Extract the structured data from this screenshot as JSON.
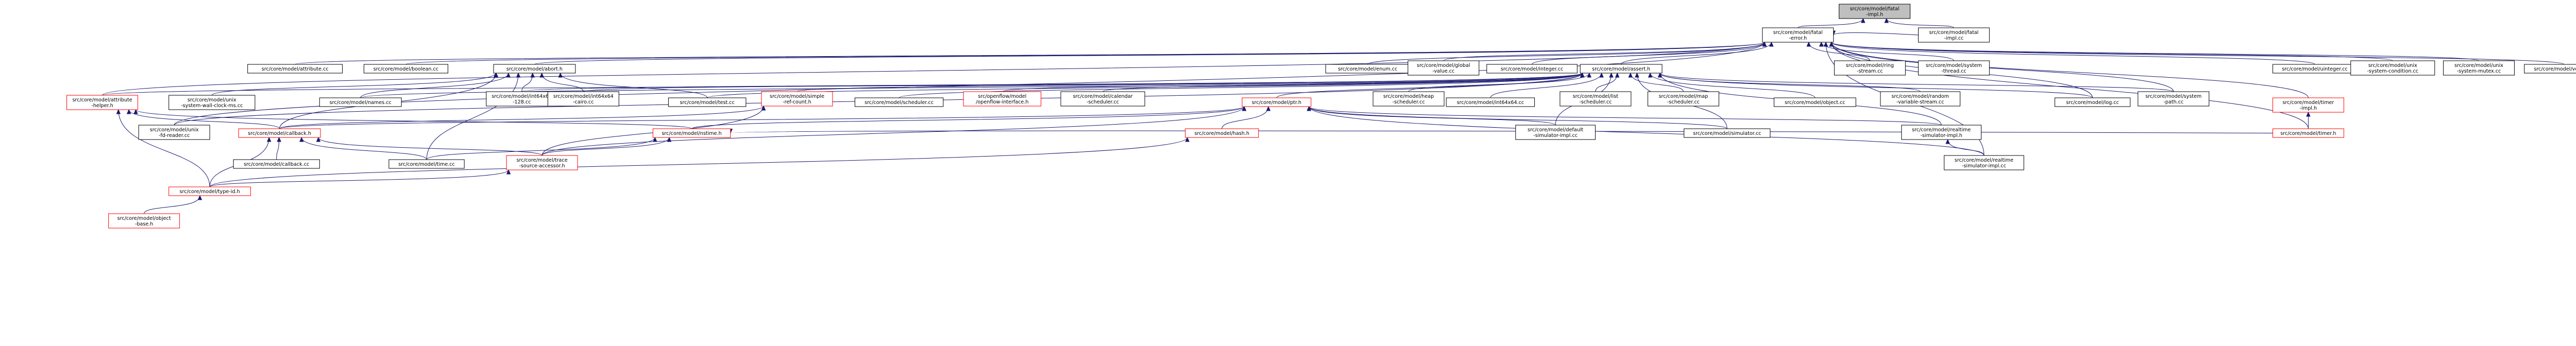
{
  "colors": {
    "edge": "#191970",
    "normal_border": "#000000",
    "linked_border": "#ff0000",
    "root_fill": "#bfbfbf",
    "node_fill": "#ffffff"
  },
  "nodes": [
    {
      "id": "n0",
      "lines": [
        "src/core/model/fatal",
        "-impl.h"
      ],
      "kind": "root"
    },
    {
      "id": "n1",
      "lines": [
        "src/core/model/fatal",
        "-error.h"
      ],
      "kind": "normal"
    },
    {
      "id": "n2",
      "lines": [
        "src/core/model/fatal",
        "-impl.cc"
      ],
      "kind": "normal"
    },
    {
      "id": "n3",
      "lines": [
        "src/core/model/attribute.cc"
      ],
      "kind": "normal"
    },
    {
      "id": "n4",
      "lines": [
        "src/core/model/boolean.cc"
      ],
      "kind": "normal"
    },
    {
      "id": "n5",
      "lines": [
        "src/core/model/abort.h"
      ],
      "kind": "normal"
    },
    {
      "id": "n6",
      "lines": [
        "src/core/model/enum.cc"
      ],
      "kind": "normal"
    },
    {
      "id": "n7",
      "lines": [
        "src/core/model/global",
        "-value.cc"
      ],
      "kind": "normal"
    },
    {
      "id": "n8",
      "lines": [
        "src/core/model/integer.cc"
      ],
      "kind": "normal"
    },
    {
      "id": "n9",
      "lines": [
        "src/core/model/assert.h"
      ],
      "kind": "normal"
    },
    {
      "id": "n10",
      "lines": [
        "src/core/model/ring",
        "-stream.cc"
      ],
      "kind": "normal"
    },
    {
      "id": "n11",
      "lines": [
        "src/core/model/system",
        "-thread.cc"
      ],
      "kind": "normal"
    },
    {
      "id": "n12",
      "lines": [
        "src/core/model/uinteger.cc"
      ],
      "kind": "normal"
    },
    {
      "id": "n13",
      "lines": [
        "src/core/model/unix",
        "-system-condition.cc"
      ],
      "kind": "normal"
    },
    {
      "id": "n14",
      "lines": [
        "src/core/model/unix",
        "-system-mutex.cc"
      ],
      "kind": "normal"
    },
    {
      "id": "n15",
      "lines": [
        "src/core/model/vector.cc"
      ],
      "kind": "normal"
    },
    {
      "id": "n16",
      "lines": [
        "src/core/model/attribute",
        "-helper.h"
      ],
      "kind": "linked"
    },
    {
      "id": "n17",
      "lines": [
        "src/core/model/unix",
        "-system-wall-clock-ms.cc"
      ],
      "kind": "normal"
    },
    {
      "id": "n18",
      "lines": [
        "src/core/model/names.cc"
      ],
      "kind": "normal"
    },
    {
      "id": "n19",
      "lines": [
        "src/core/model/int64x64",
        "-128.cc"
      ],
      "kind": "normal"
    },
    {
      "id": "n20",
      "lines": [
        "src/core/model/int64x64",
        "-cairo.cc"
      ],
      "kind": "normal"
    },
    {
      "id": "n21",
      "lines": [
        "src/core/model/test.cc"
      ],
      "kind": "normal"
    },
    {
      "id": "n22",
      "lines": [
        "src/core/model/simple",
        "-ref-count.h"
      ],
      "kind": "linked"
    },
    {
      "id": "n23",
      "lines": [
        "src/core/model/scheduler.cc"
      ],
      "kind": "normal"
    },
    {
      "id": "n24",
      "lines": [
        "src/openflow/model",
        "/openflow-interface.h"
      ],
      "kind": "linked"
    },
    {
      "id": "n25",
      "lines": [
        "src/core/model/calendar",
        "-scheduler.cc"
      ],
      "kind": "normal"
    },
    {
      "id": "n26",
      "lines": [
        "src/core/model/ptr.h"
      ],
      "kind": "linked"
    },
    {
      "id": "n27",
      "lines": [
        "src/core/model/heap",
        "-scheduler.cc"
      ],
      "kind": "normal"
    },
    {
      "id": "n28",
      "lines": [
        "src/core/model/int64x64.cc"
      ],
      "kind": "normal"
    },
    {
      "id": "n29",
      "lines": [
        "src/core/model/list",
        "-scheduler.cc"
      ],
      "kind": "normal"
    },
    {
      "id": "n30",
      "lines": [
        "src/core/model/map",
        "-scheduler.cc"
      ],
      "kind": "normal"
    },
    {
      "id": "n31",
      "lines": [
        "src/core/model/object.cc"
      ],
      "kind": "normal"
    },
    {
      "id": "n32",
      "lines": [
        "src/core/model/random",
        "-variable-stream.cc"
      ],
      "kind": "normal"
    },
    {
      "id": "n33",
      "lines": [
        "src/core/model/log.cc"
      ],
      "kind": "normal"
    },
    {
      "id": "n34",
      "lines": [
        "src/core/model/system",
        "-path.cc"
      ],
      "kind": "normal"
    },
    {
      "id": "n35",
      "lines": [
        "src/core/model/timer",
        "-impl.h"
      ],
      "kind": "linked"
    },
    {
      "id": "n36",
      "lines": [
        "src/core/model/unix",
        "-fd-reader.cc"
      ],
      "kind": "normal"
    },
    {
      "id": "n37",
      "lines": [
        "src/core/model/callback.h"
      ],
      "kind": "linked"
    },
    {
      "id": "n38",
      "lines": [
        "src/core/model/nstime.h"
      ],
      "kind": "linked"
    },
    {
      "id": "n39",
      "lines": [
        "src/core/model/hash.h"
      ],
      "kind": "linked"
    },
    {
      "id": "n40",
      "lines": [
        "src/core/model/default",
        "-simulator-impl.cc"
      ],
      "kind": "normal"
    },
    {
      "id": "n41",
      "lines": [
        "src/core/model/simulator.cc"
      ],
      "kind": "normal"
    },
    {
      "id": "n42",
      "lines": [
        "src/core/model/realtime",
        "-simulator-impl.h"
      ],
      "kind": "normal"
    },
    {
      "id": "n43",
      "lines": [
        "src/core/model/timer.h"
      ],
      "kind": "linked"
    },
    {
      "id": "n44",
      "lines": [
        "src/core/model/callback.cc"
      ],
      "kind": "normal"
    },
    {
      "id": "n45",
      "lines": [
        "src/core/model/time.cc"
      ],
      "kind": "normal"
    },
    {
      "id": "n46",
      "lines": [
        "src/core/model/trace",
        "-source-accessor.h"
      ],
      "kind": "linked"
    },
    {
      "id": "n47",
      "lines": [
        "src/core/model/realtime",
        "-simulator-impl.cc"
      ],
      "kind": "normal"
    },
    {
      "id": "n48",
      "lines": [
        "src/core/model/type-id.h"
      ],
      "kind": "linked"
    },
    {
      "id": "n49",
      "lines": [
        "src/core/model/object",
        "-base.h"
      ],
      "kind": "linked"
    }
  ],
  "edges": [
    [
      "n0",
      "n1"
    ],
    [
      "n0",
      "n2"
    ],
    [
      "n1",
      "n3"
    ],
    [
      "n1",
      "n4"
    ],
    [
      "n1",
      "n5"
    ],
    [
      "n1",
      "n6"
    ],
    [
      "n1",
      "n7"
    ],
    [
      "n1",
      "n8"
    ],
    [
      "n1",
      "n9"
    ],
    [
      "n1",
      "n10"
    ],
    [
      "n1",
      "n11"
    ],
    [
      "n1",
      "n12"
    ],
    [
      "n1",
      "n13"
    ],
    [
      "n1",
      "n14"
    ],
    [
      "n1",
      "n15"
    ],
    [
      "n1",
      "n2"
    ],
    [
      "n1",
      "n36"
    ],
    [
      "n1",
      "n33"
    ],
    [
      "n1",
      "n34"
    ],
    [
      "n1",
      "n35"
    ],
    [
      "n1",
      "n43"
    ],
    [
      "n1",
      "n47"
    ],
    [
      "n1",
      "n16"
    ],
    [
      "n5",
      "n17"
    ],
    [
      "n5",
      "n18"
    ],
    [
      "n5",
      "n19"
    ],
    [
      "n5",
      "n20"
    ],
    [
      "n5",
      "n21"
    ],
    [
      "n5",
      "n37"
    ],
    [
      "n5",
      "n45"
    ],
    [
      "n9",
      "n16"
    ],
    [
      "n9",
      "n18"
    ],
    [
      "n9",
      "n19"
    ],
    [
      "n9",
      "n20"
    ],
    [
      "n9",
      "n21"
    ],
    [
      "n9",
      "n22"
    ],
    [
      "n9",
      "n23"
    ],
    [
      "n9",
      "n24"
    ],
    [
      "n9",
      "n25"
    ],
    [
      "n9",
      "n26"
    ],
    [
      "n9",
      "n27"
    ],
    [
      "n9",
      "n28"
    ],
    [
      "n9",
      "n29"
    ],
    [
      "n9",
      "n30"
    ],
    [
      "n9",
      "n31"
    ],
    [
      "n9",
      "n32"
    ],
    [
      "n9",
      "n33"
    ],
    [
      "n9",
      "n34"
    ],
    [
      "n9",
      "n36"
    ],
    [
      "n9",
      "n40"
    ],
    [
      "n9",
      "n41"
    ],
    [
      "n9",
      "n42"
    ],
    [
      "n16",
      "n37"
    ],
    [
      "n16",
      "n38"
    ],
    [
      "n16",
      "n48"
    ],
    [
      "n22",
      "n37"
    ],
    [
      "n22",
      "n46"
    ],
    [
      "n26",
      "n37"
    ],
    [
      "n26",
      "n38"
    ],
    [
      "n26",
      "n39"
    ],
    [
      "n26",
      "n40"
    ],
    [
      "n26",
      "n41"
    ],
    [
      "n26",
      "n42"
    ],
    [
      "n26",
      "n47"
    ],
    [
      "n26",
      "n46"
    ],
    [
      "n37",
      "n44"
    ],
    [
      "n37",
      "n46"
    ],
    [
      "n37",
      "n48"
    ],
    [
      "n37",
      "n45"
    ],
    [
      "n38",
      "n45"
    ],
    [
      "n38",
      "n46"
    ],
    [
      "n38",
      "n43"
    ],
    [
      "n39",
      "n48"
    ],
    [
      "n42",
      "n47"
    ],
    [
      "n35",
      "n43"
    ],
    [
      "n46",
      "n48"
    ],
    [
      "n48",
      "n49"
    ]
  ]
}
